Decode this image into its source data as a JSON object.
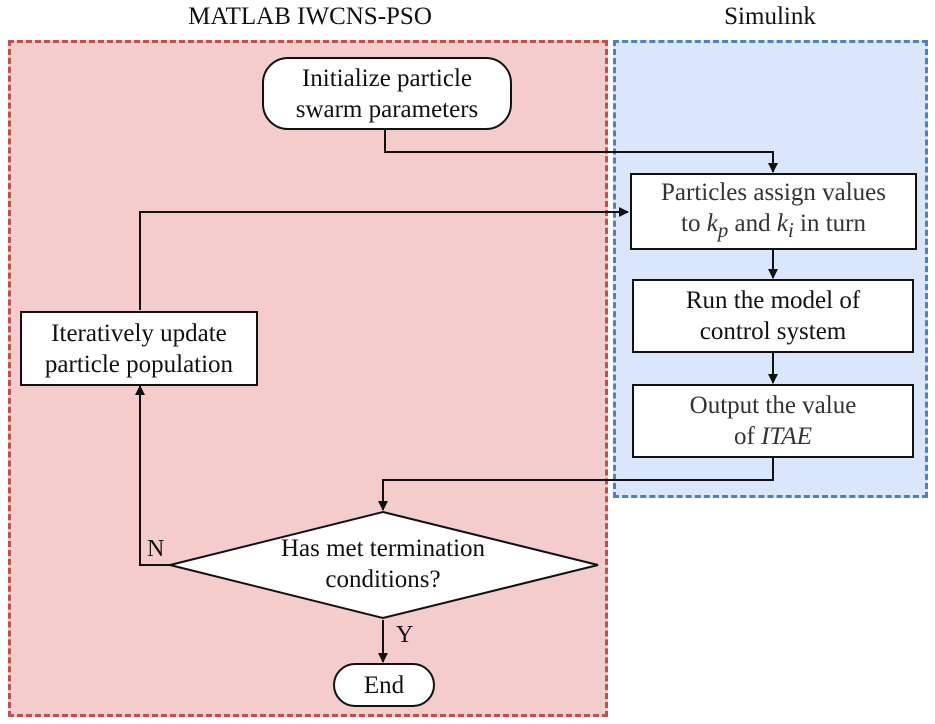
{
  "regions": {
    "matlab": {
      "title": "MATLAB IWCNS-PSO",
      "fill": "#f4cccc",
      "border": "#c0504d"
    },
    "simulink": {
      "title": "Simulink",
      "fill": "#d9e6fb",
      "border": "#4f81bd"
    }
  },
  "nodes": {
    "init": {
      "line1": "Initialize particle",
      "line2": "swarm parameters"
    },
    "assign": {
      "line1": "Particles assign values",
      "line2_pre": "to ",
      "kp": "k_p",
      "and": " and ",
      "ki": "k_i",
      "line2_post": " in turn"
    },
    "run": {
      "line1": "Run the model of",
      "line2": "control system"
    },
    "output": {
      "line1": "Output the value",
      "line2_pre": "of ",
      "itae": "ITAE"
    },
    "decision": {
      "line1": "Has met termination",
      "line2": "conditions?"
    },
    "update": {
      "line1": "Iteratively update",
      "line2": "particle population"
    },
    "end": {
      "label": "End"
    }
  },
  "edge_labels": {
    "no": "N",
    "yes": "Y"
  },
  "colors": {
    "stroke": "#111111",
    "node_fill": "#ffffff"
  }
}
